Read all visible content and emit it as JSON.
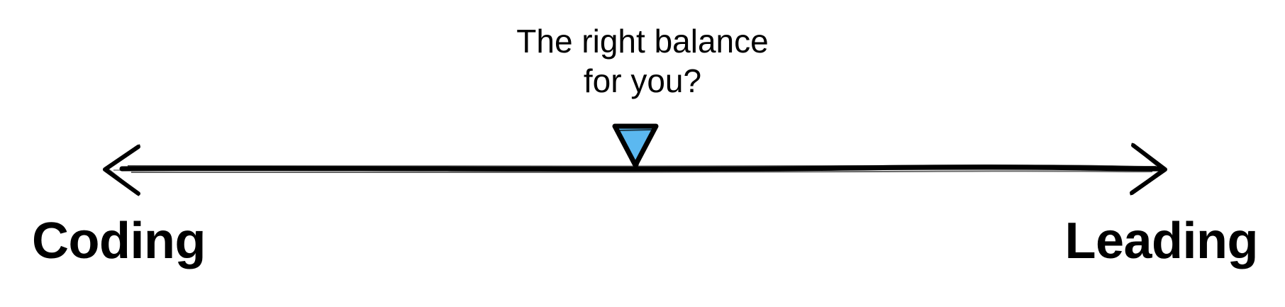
{
  "caption": {
    "line1": "The right balance",
    "line2": "for you?"
  },
  "left_label": "Coding",
  "right_label": "Leading",
  "marker": {
    "position": 0.5,
    "fill_color": "#5BB8F0",
    "stroke_color": "#000000"
  },
  "axis": {
    "stroke_color": "#000000",
    "arrows": "both"
  }
}
